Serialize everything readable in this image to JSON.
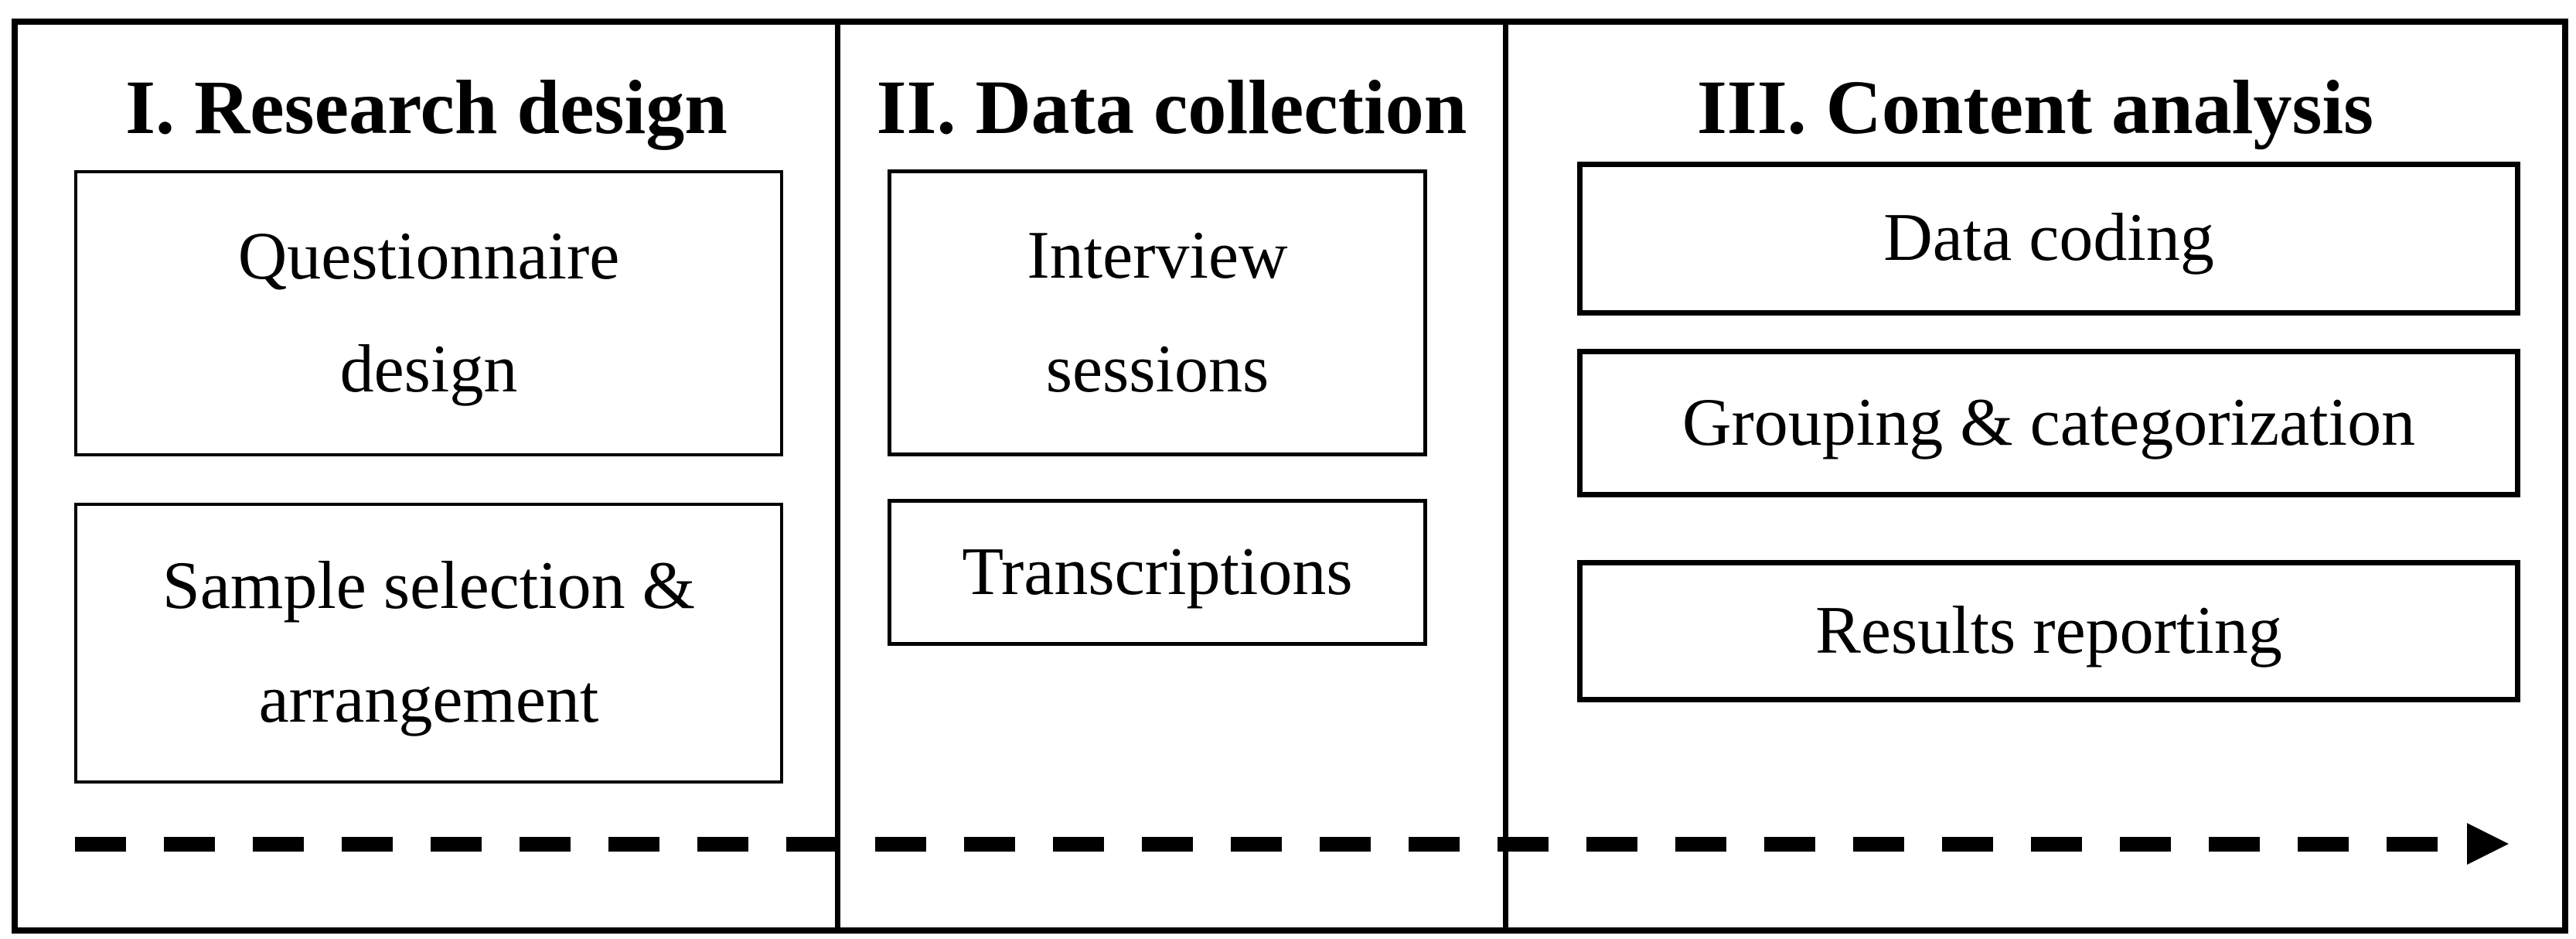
{
  "figure": {
    "colors": {
      "ink": "#000000",
      "background": "#ffffff"
    },
    "panels": [
      {
        "title": "I. Research design",
        "boxes": [
          {
            "lines": [
              "Questionnaire",
              "design"
            ]
          },
          {
            "lines": [
              "Sample selection &",
              "arrangement"
            ]
          }
        ]
      },
      {
        "title": "II. Data collection",
        "boxes": [
          {
            "lines": [
              "Interview",
              "sessions"
            ]
          },
          {
            "lines": [
              "Transcriptions"
            ]
          }
        ]
      },
      {
        "title": "III. Content analysis",
        "boxes": [
          {
            "lines": [
              "Data coding"
            ]
          },
          {
            "lines": [
              "Grouping & categorization"
            ]
          },
          {
            "lines": [
              "Results reporting"
            ]
          }
        ]
      }
    ],
    "arrow": {
      "style": "dashed",
      "direction": "right"
    }
  }
}
